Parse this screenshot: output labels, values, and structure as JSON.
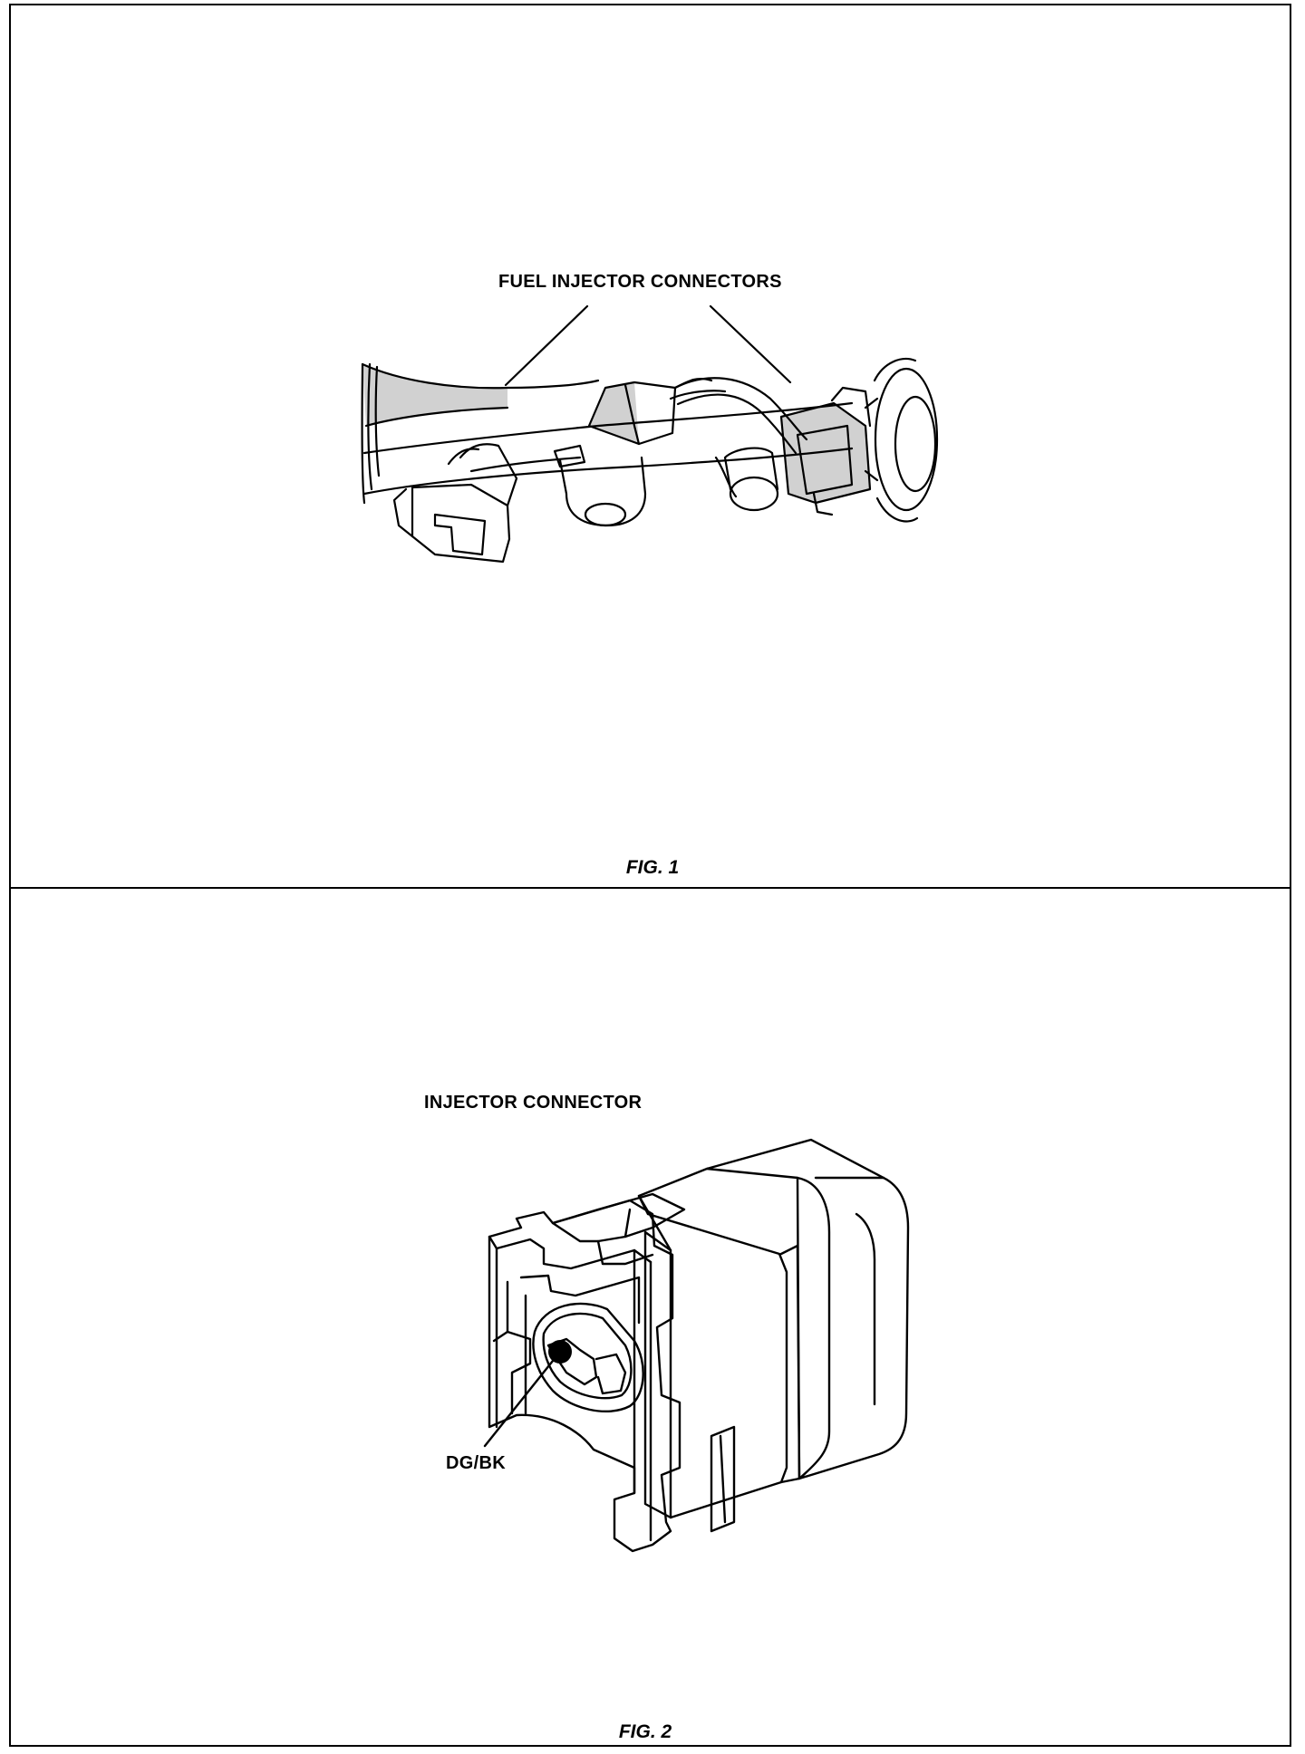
{
  "figure1": {
    "label": "FUEL INJECTOR CONNECTORS",
    "caption": "FIG. 1"
  },
  "figure2": {
    "label": "INJECTOR CONNECTOR",
    "wire_label": "DG/BK",
    "caption": "FIG. 2"
  }
}
